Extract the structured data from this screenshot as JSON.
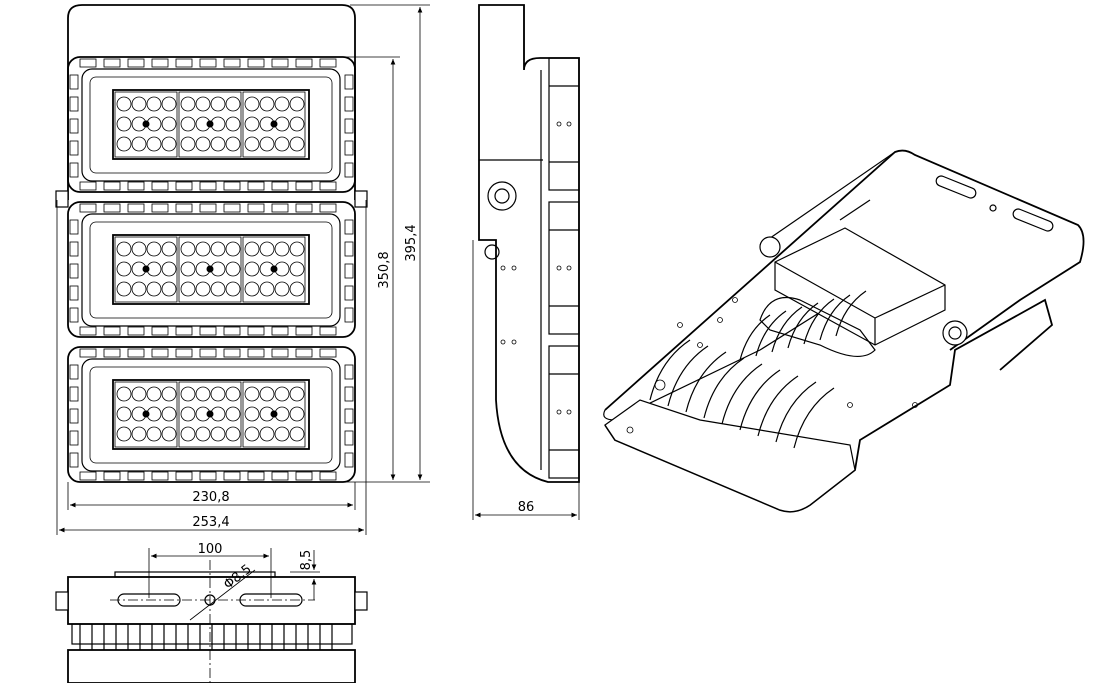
{
  "dimensions": {
    "inner_width": "230,8",
    "outer_width": "253,4",
    "inner_height": "350,8",
    "outer_height": "395,4",
    "depth": "86",
    "hole_spacing": "100",
    "hole_diameter": "Φ8,5",
    "top_offset": "8,5"
  },
  "colors": {
    "line": "#000000",
    "background": "#ffffff"
  }
}
